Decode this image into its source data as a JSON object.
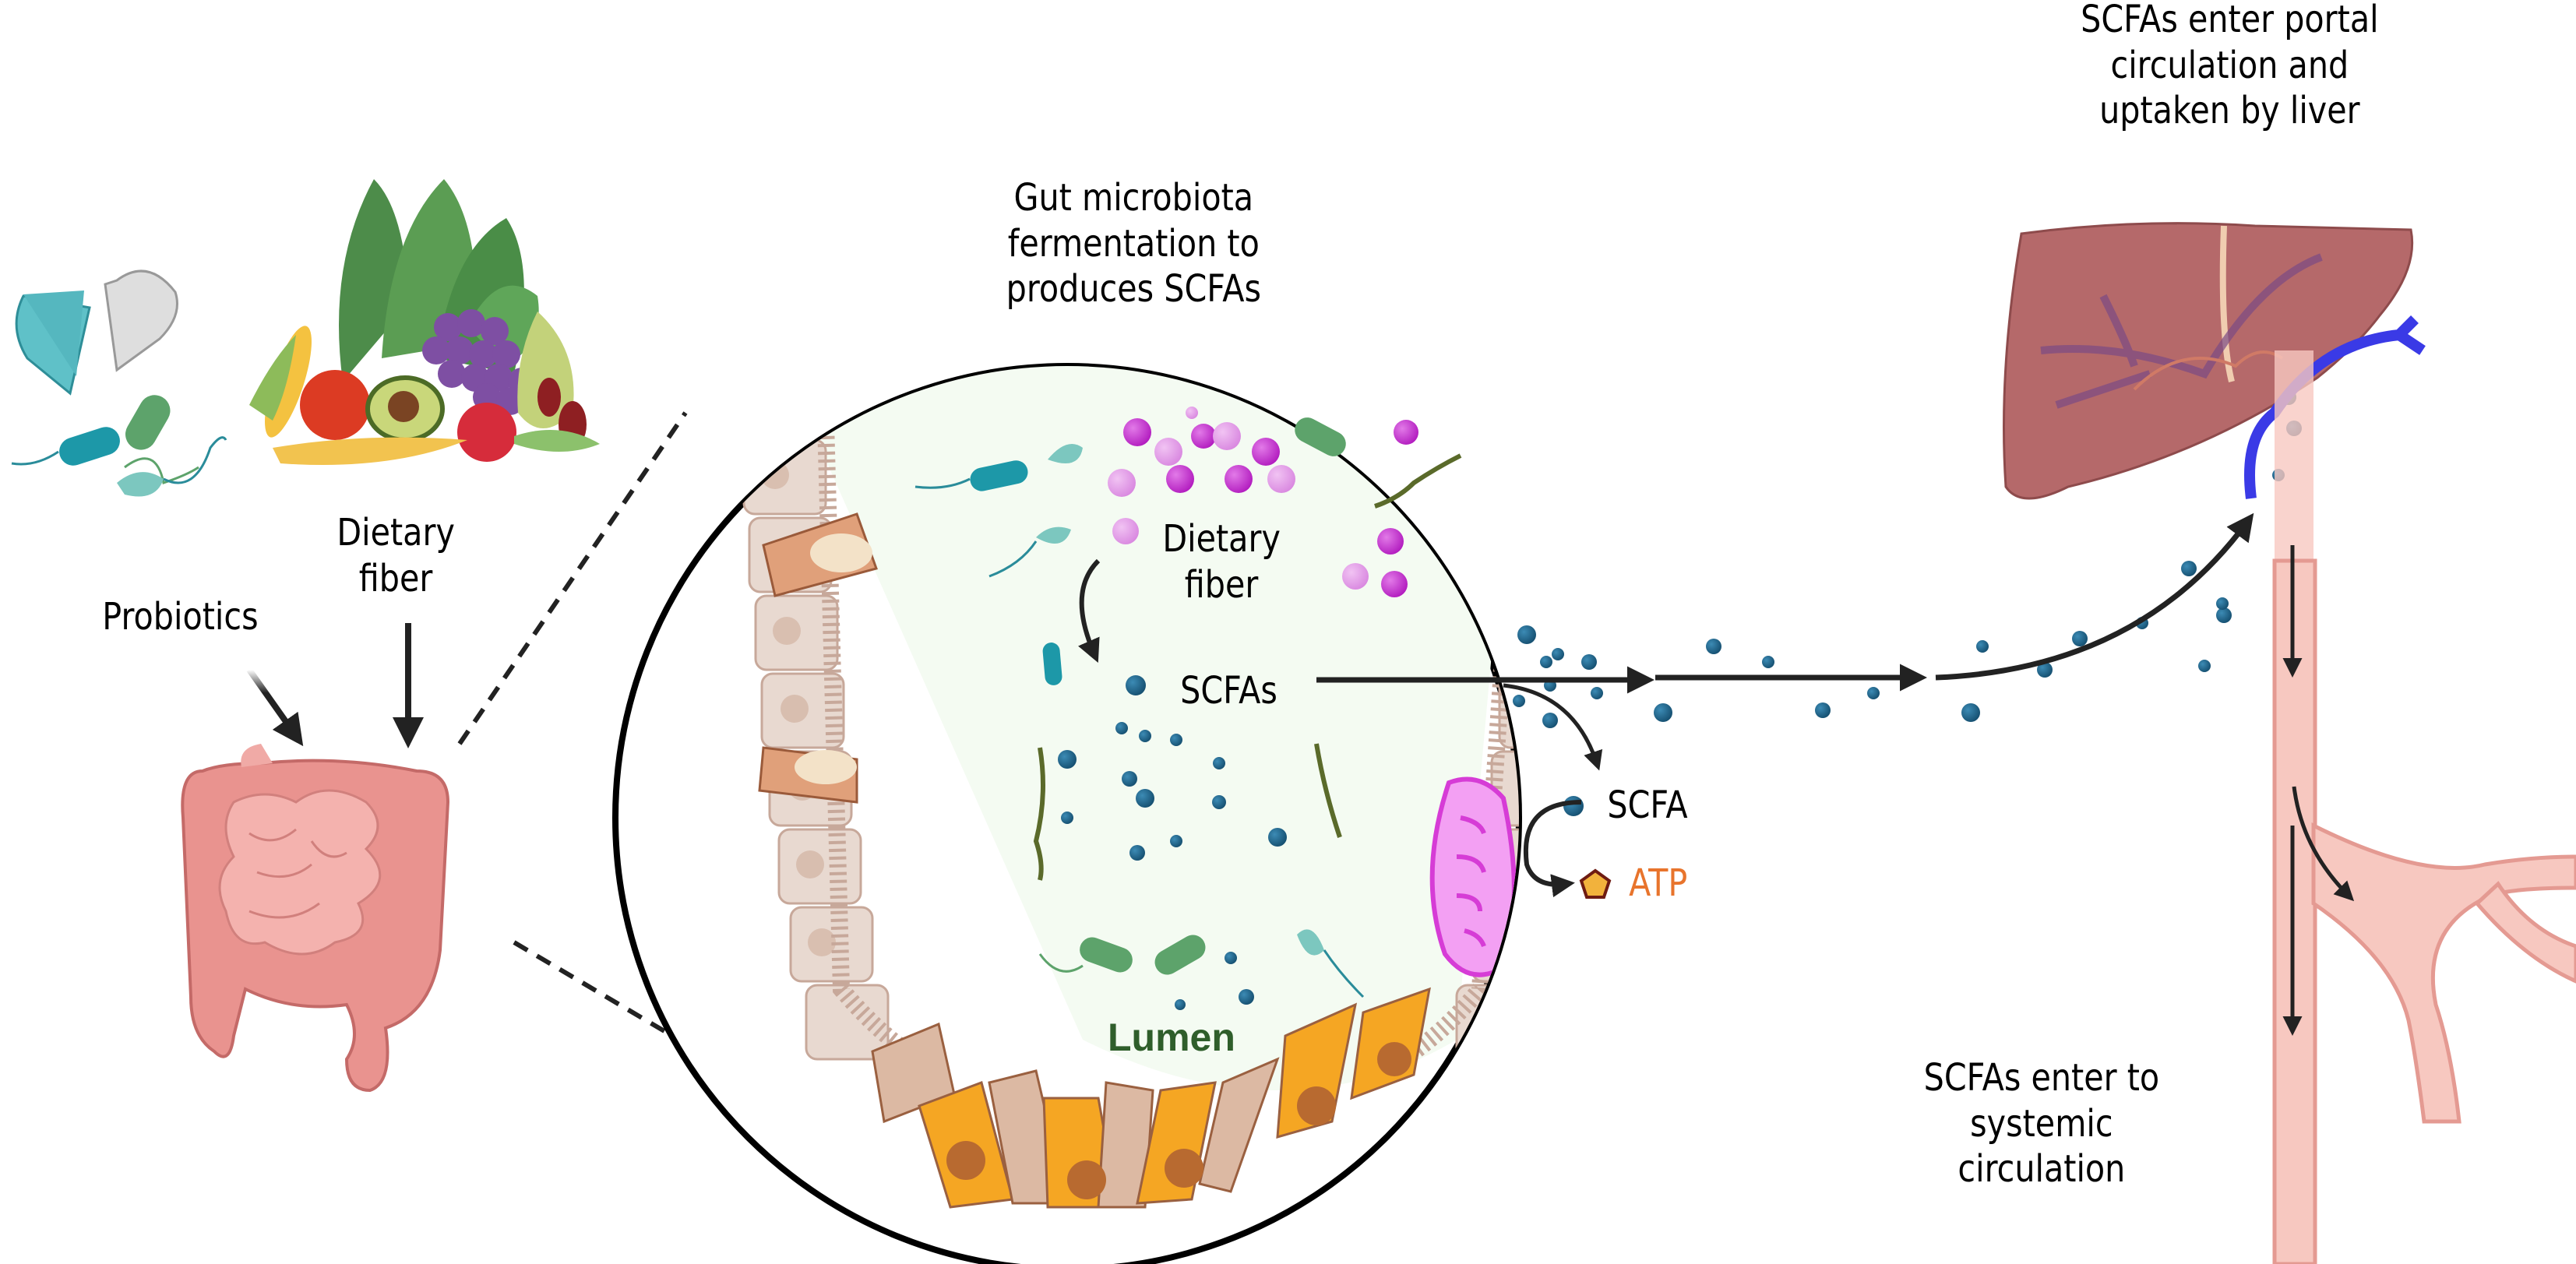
{
  "figure": {
    "title": "Gut microbiota production of short-chain fatty acids (SCFAs) and their fate",
    "colors": {
      "scfa_dot": "#1d5f86",
      "scfa_dot_light": "#4a8fb0",
      "fiber_dot": "#c43fd0",
      "fiber_dot_light": "#e096e6",
      "lumen_bg": "#f4fbf2",
      "epithelium": "#e8d9d0",
      "goblet_cell": "#f5a623",
      "goblet_nucleus": "#b86a30",
      "enterocyte": "#dcb9a3",
      "mitochondrion": "#e86be8",
      "liver": "#b5696a",
      "portal_vein": "#3a3ae6",
      "blood_vessel": "#f7c8c0",
      "atp_fill": "#f2b23c",
      "atp_stroke": "#6e1b12",
      "atp_text": "#e8742c",
      "lumen_text": "#2f5e2b",
      "arrow": "#222222"
    }
  },
  "left": {
    "probiotics_label": "Probiotics",
    "dietary_fiber_label": [
      "Dietary",
      "fiber"
    ]
  },
  "circle": {
    "heading": [
      "Gut microbiota",
      "fermentation to",
      "produces SCFAs"
    ],
    "dietary_fiber_label": [
      "Dietary",
      "fiber"
    ],
    "scfas_label": "SCFAs",
    "scfa_label": "SCFA",
    "atp_label": "ATP",
    "lumen_label": "Lumen"
  },
  "right": {
    "portal_label": [
      "SCFAs enter portal",
      "circulation and",
      "uptaken by liver"
    ],
    "systemic_label": [
      "SCFAs enter to",
      "systemic",
      "circulation"
    ]
  }
}
